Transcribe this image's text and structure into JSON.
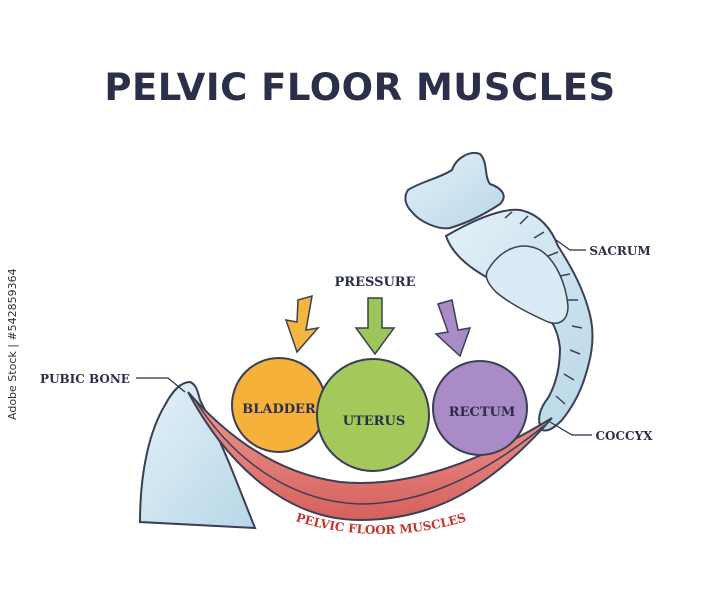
{
  "title": "PELVIC FLOOR MUSCLES",
  "labels": {
    "pressure": "PRESSURE",
    "pubic_bone": "PUBIC BONE",
    "sacrum": "SACRUM",
    "coccyx": "COCCYX",
    "pelvic_floor_muscles": "PELVIC FLOOR MUSCLES"
  },
  "organs": [
    {
      "label": "BLADDER",
      "color": "#f6b13a"
    },
    {
      "label": "UTERUS",
      "color": "#a4c85a"
    },
    {
      "label": "RECTUM",
      "color": "#a98bc7"
    }
  ],
  "arrow_colors": [
    "#f4b63e",
    "#9cc657",
    "#a98bc7"
  ],
  "colors": {
    "bone": "#cde4f0",
    "muscle": "#e57a78",
    "muscle_label": "#c8332f",
    "title": "#2b2f4a"
  },
  "watermark": "Adobe Stock | #542859364"
}
